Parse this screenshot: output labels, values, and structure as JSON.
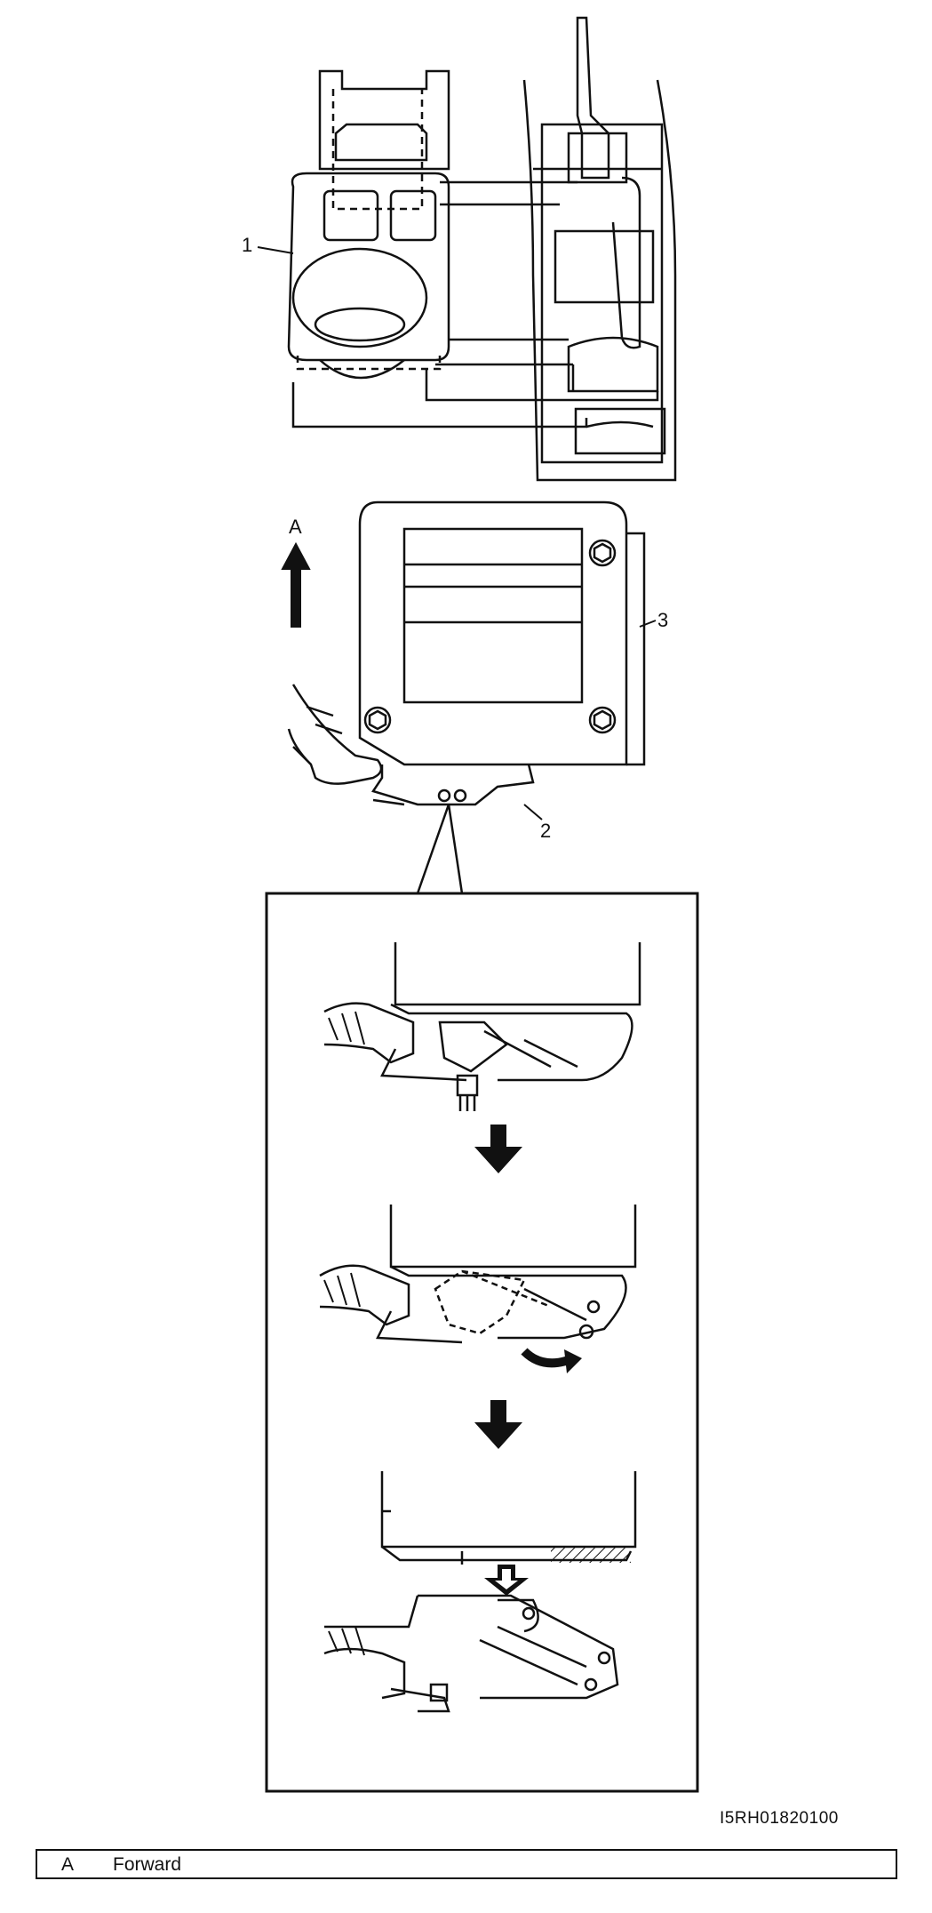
{
  "callouts": {
    "c1": "1",
    "c2": "2",
    "c3": "3",
    "a": "A"
  },
  "figure_code": "I5RH01820100",
  "legend": {
    "key": "A",
    "value": "Forward"
  }
}
